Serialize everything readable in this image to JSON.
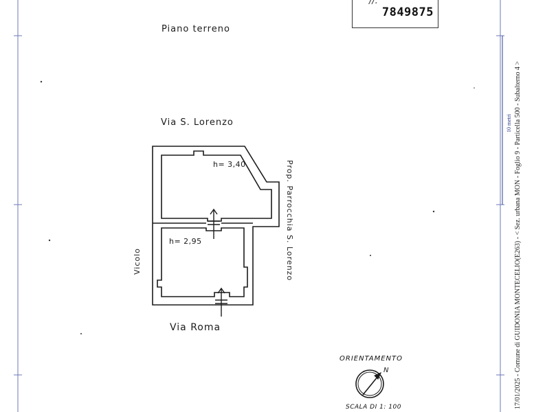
{
  "stamp": {
    "number": "7849875",
    "mark": "//:"
  },
  "floor_title": "Piano terreno",
  "streets": {
    "top": "Via S. Lorenzo",
    "bottom": "Via Roma",
    "left": "Vicolo",
    "right": "Prop. Parrocchia S. Lorenzo"
  },
  "rooms": [
    {
      "height_label": "h= 3,40"
    },
    {
      "height_label": "h= 2,95"
    }
  ],
  "orientation": {
    "title": "ORIENTAMENTO",
    "north_label": "N"
  },
  "scale": {
    "label": "SCALA DI 1: 100"
  },
  "side_scale": "10 metri",
  "footer": "17/01/2025 - Comune di GUIDONIA MONTECELIO(E263) - < Sez. urbana MON - Foglio 9 - Particella 500 - Subalterno 4 >",
  "colors": {
    "ink": "#1b1b1b",
    "frame": "#6b77b8",
    "scale_blue": "#2f3c8f"
  }
}
